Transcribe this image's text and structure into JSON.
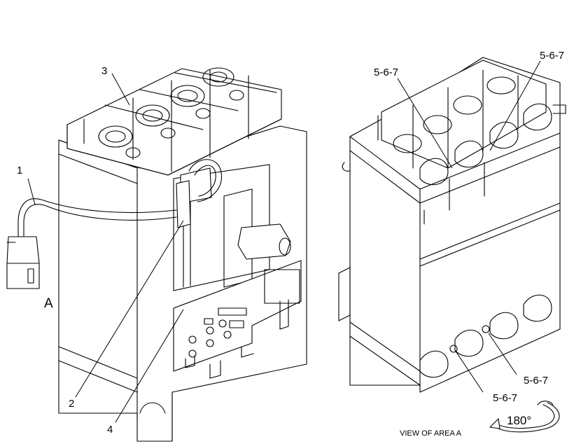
{
  "callouts": {
    "c1": "1",
    "c2": "2",
    "c3": "3",
    "c4": "4",
    "view_letter": "A",
    "r_top_left": "5-6-7",
    "r_top_right": "5-6-7",
    "r_bottom_right": "5-6-7",
    "r_bottom_left": "5-6-7"
  },
  "caption": "VIEW OF AREA  A",
  "rotation": "180°"
}
